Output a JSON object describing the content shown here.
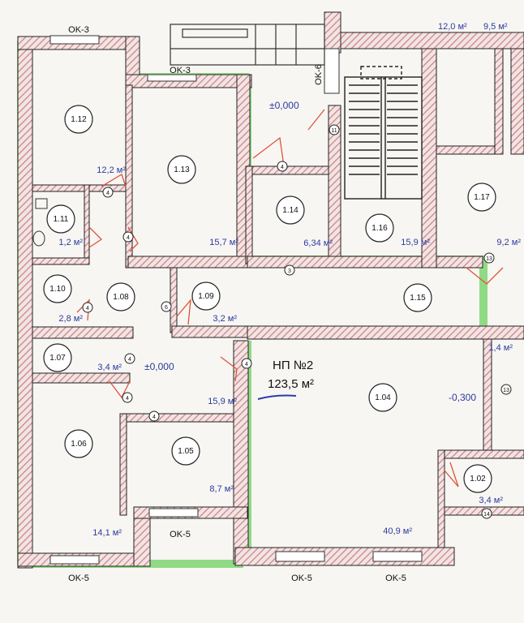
{
  "plan": {
    "unit_label": "НП №2",
    "unit_area": "123,5 м²",
    "rooms": [
      {
        "id": "1.12",
        "area": "12,2 м²"
      },
      {
        "id": "1.13",
        "area": "15,7 м²"
      },
      {
        "id": "1.14",
        "area": "6,34 м²"
      },
      {
        "id": "1.16",
        "area": "15,9 м²"
      },
      {
        "id": "1.17",
        "area": "9,2 м²"
      },
      {
        "id": "1.11",
        "area": "1,2 м²"
      },
      {
        "id": "1.10",
        "area": "2,8 м²"
      },
      {
        "id": "1.08",
        "area": ""
      },
      {
        "id": "1.09",
        "area": "3,2 м²"
      },
      {
        "id": "1.15",
        "area": ""
      },
      {
        "id": "1.07",
        "area": "3,4 м²"
      },
      {
        "id": "1.04",
        "area": "40,9 м²"
      },
      {
        "id": "1.06",
        "area": "14,1 м²"
      },
      {
        "id": "1.05",
        "area": "8,7 м²"
      },
      {
        "id": "1.02",
        "area": "3,4 м²"
      }
    ],
    "corridor_area": "15,9 м²",
    "levels": [
      "±0,000",
      "±0,000",
      "-0,300"
    ],
    "windows": [
      "OK-3",
      "OK-3",
      "OK-6",
      "OK-5",
      "OK-5",
      "OK-5",
      "OK-5"
    ],
    "top_areas": [
      "12,0 м²",
      "9,5 м²"
    ],
    "partial_area": "1,4 м²",
    "door_marks": [
      "4",
      "4",
      "4",
      "4",
      "6",
      "4",
      "4",
      "4",
      "4",
      "3",
      "11",
      "13",
      "13",
      "14"
    ]
  }
}
